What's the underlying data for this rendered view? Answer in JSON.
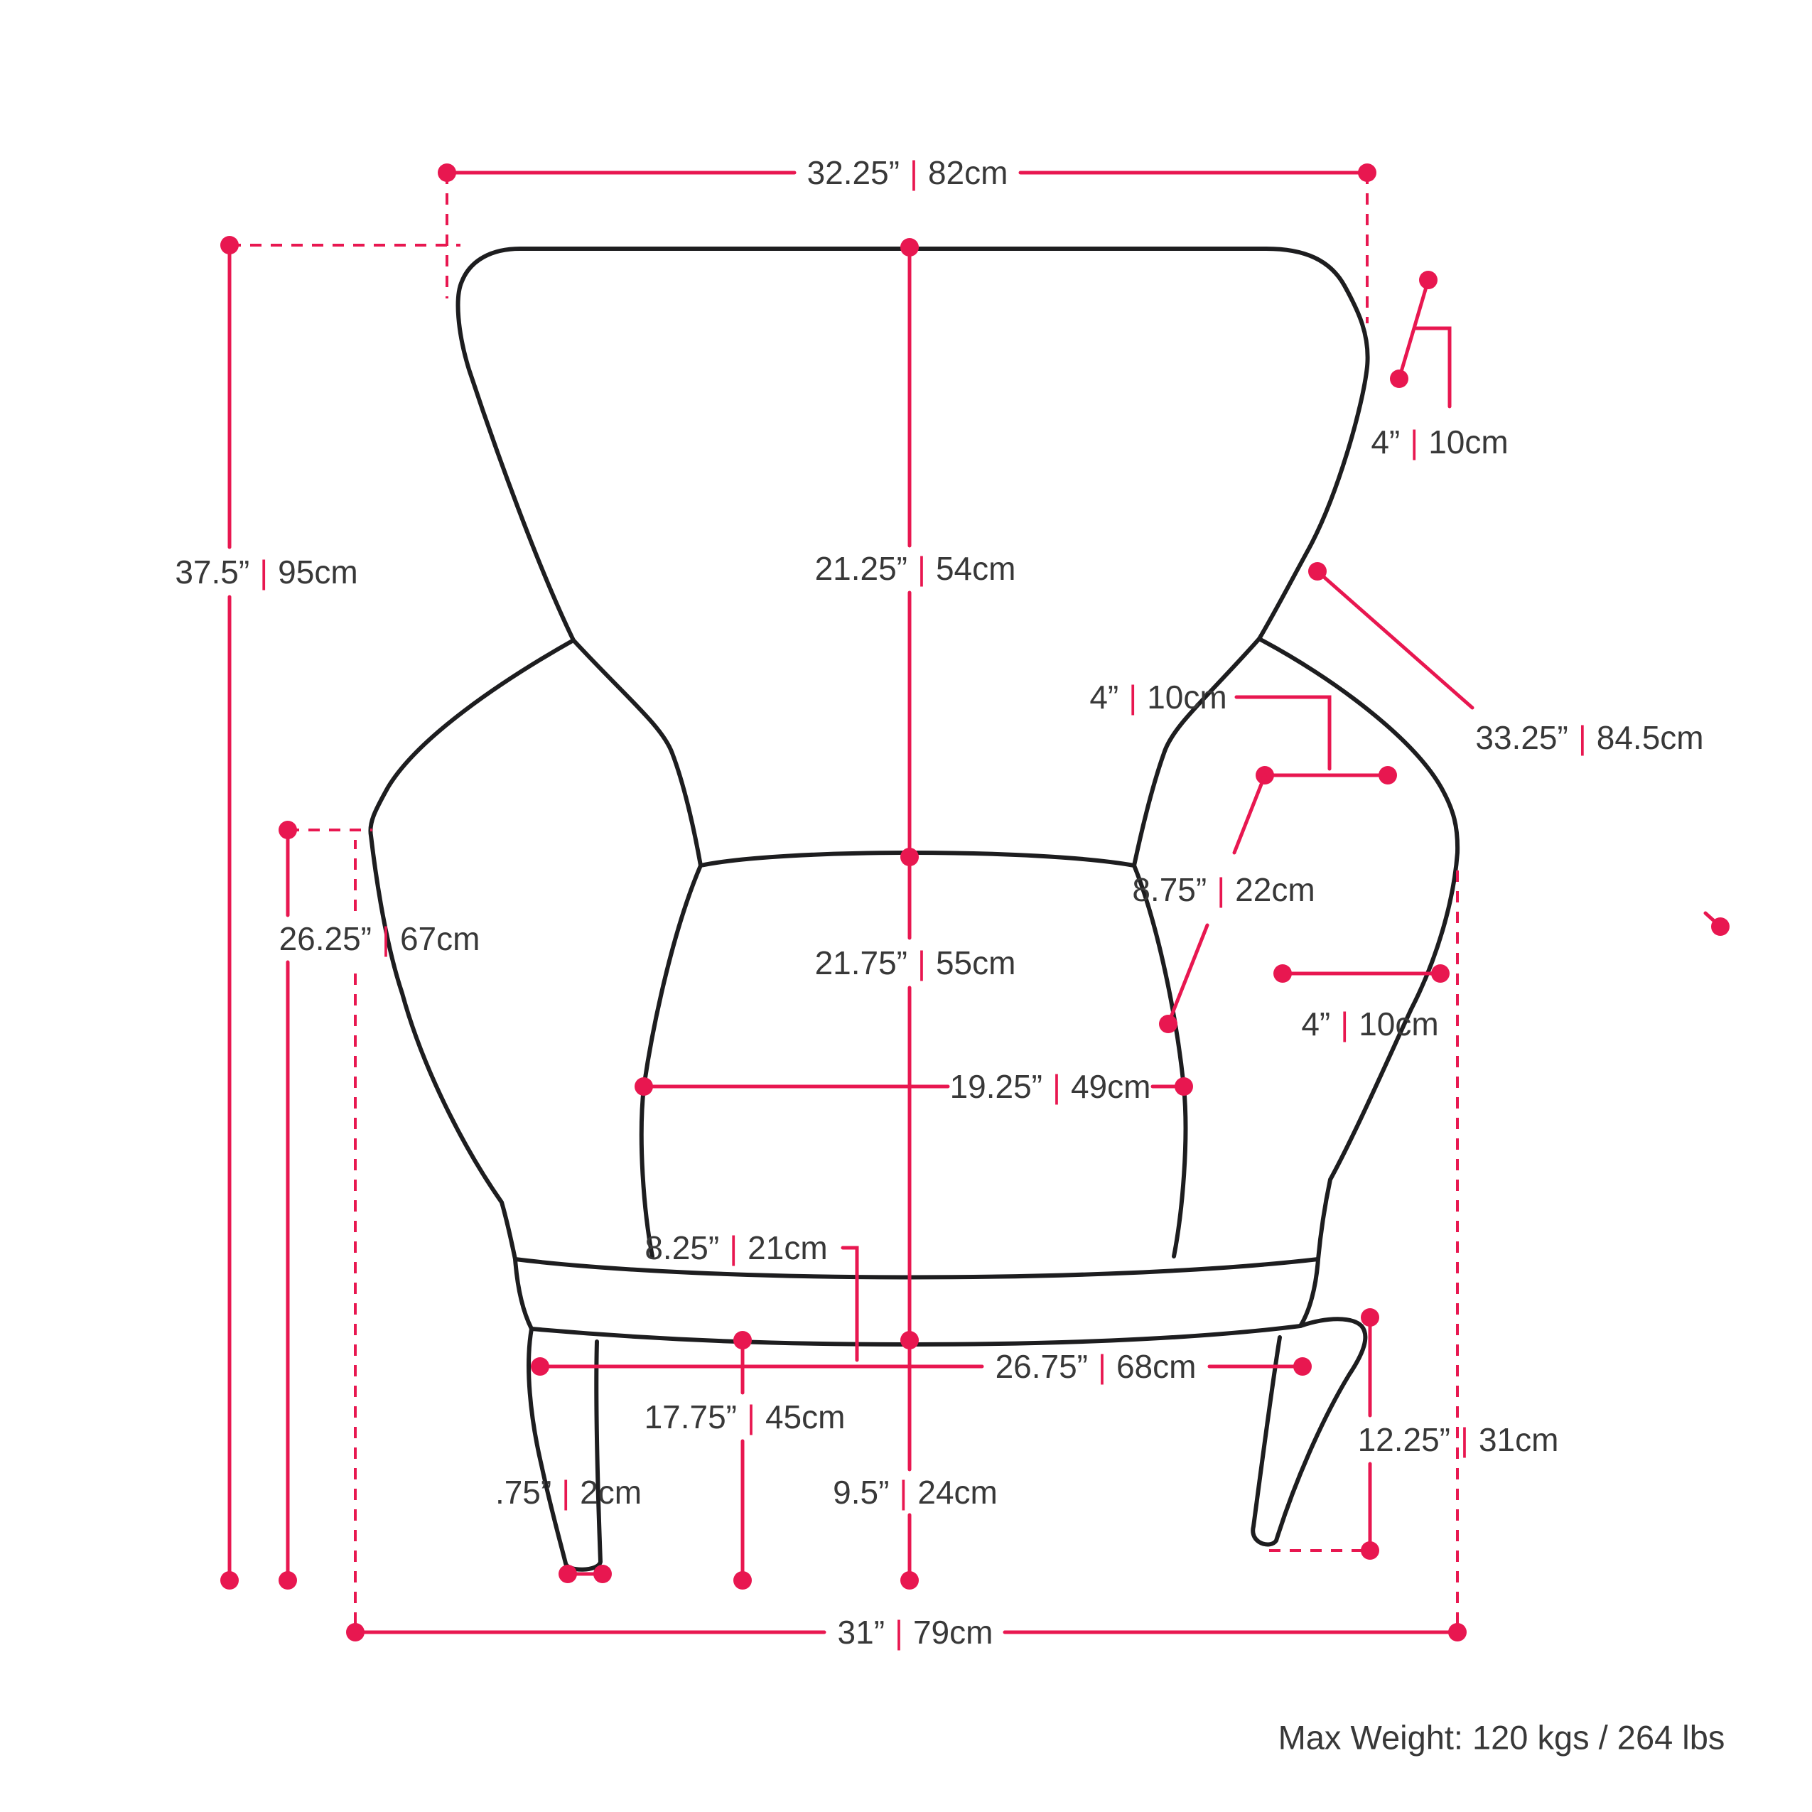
{
  "colors": {
    "accent": "#e81750",
    "chair": "#1d1d1f",
    "ink": "#383838",
    "background": "#ffffff"
  },
  "ui": {
    "separator": "|",
    "footnote": "Max Weight: 120 kgs / 264 lbs"
  },
  "measurements": {
    "top_width": {
      "in": "32.25”",
      "cm": "82cm"
    },
    "overall_height": {
      "in": "37.5”",
      "cm": "95cm"
    },
    "back_height": {
      "in": "21.25”",
      "cm": "54cm"
    },
    "wing_thickness": {
      "in": "4”",
      "cm": "10cm"
    },
    "diagonal_depth": {
      "in": "33.25”",
      "cm": "84.5cm"
    },
    "arm_top_width": {
      "in": "4”",
      "cm": "10cm"
    },
    "arm_height": {
      "in": "8.75”",
      "cm": "22cm"
    },
    "arm_floor_height": {
      "in": "26.25”",
      "cm": "67cm"
    },
    "seat_back_height": {
      "in": "21.75”",
      "cm": "55cm"
    },
    "arm_thickness": {
      "in": "4”",
      "cm": "10cm"
    },
    "seat_width": {
      "in": "19.25”",
      "cm": "49cm"
    },
    "cushion_thickness": {
      "in": "8.25”",
      "cm": "21cm"
    },
    "base_width": {
      "in": "26.75”",
      "cm": "68cm"
    },
    "seat_height": {
      "in": "17.75”",
      "cm": "45cm"
    },
    "foot_width": {
      "in": ".75”",
      "cm": "2cm"
    },
    "front_leg_height": {
      "in": "9.5”",
      "cm": "24cm"
    },
    "back_leg_height": {
      "in": "12.25”",
      "cm": "31cm"
    },
    "bottom_width": {
      "in": "31”",
      "cm": "79cm"
    }
  }
}
